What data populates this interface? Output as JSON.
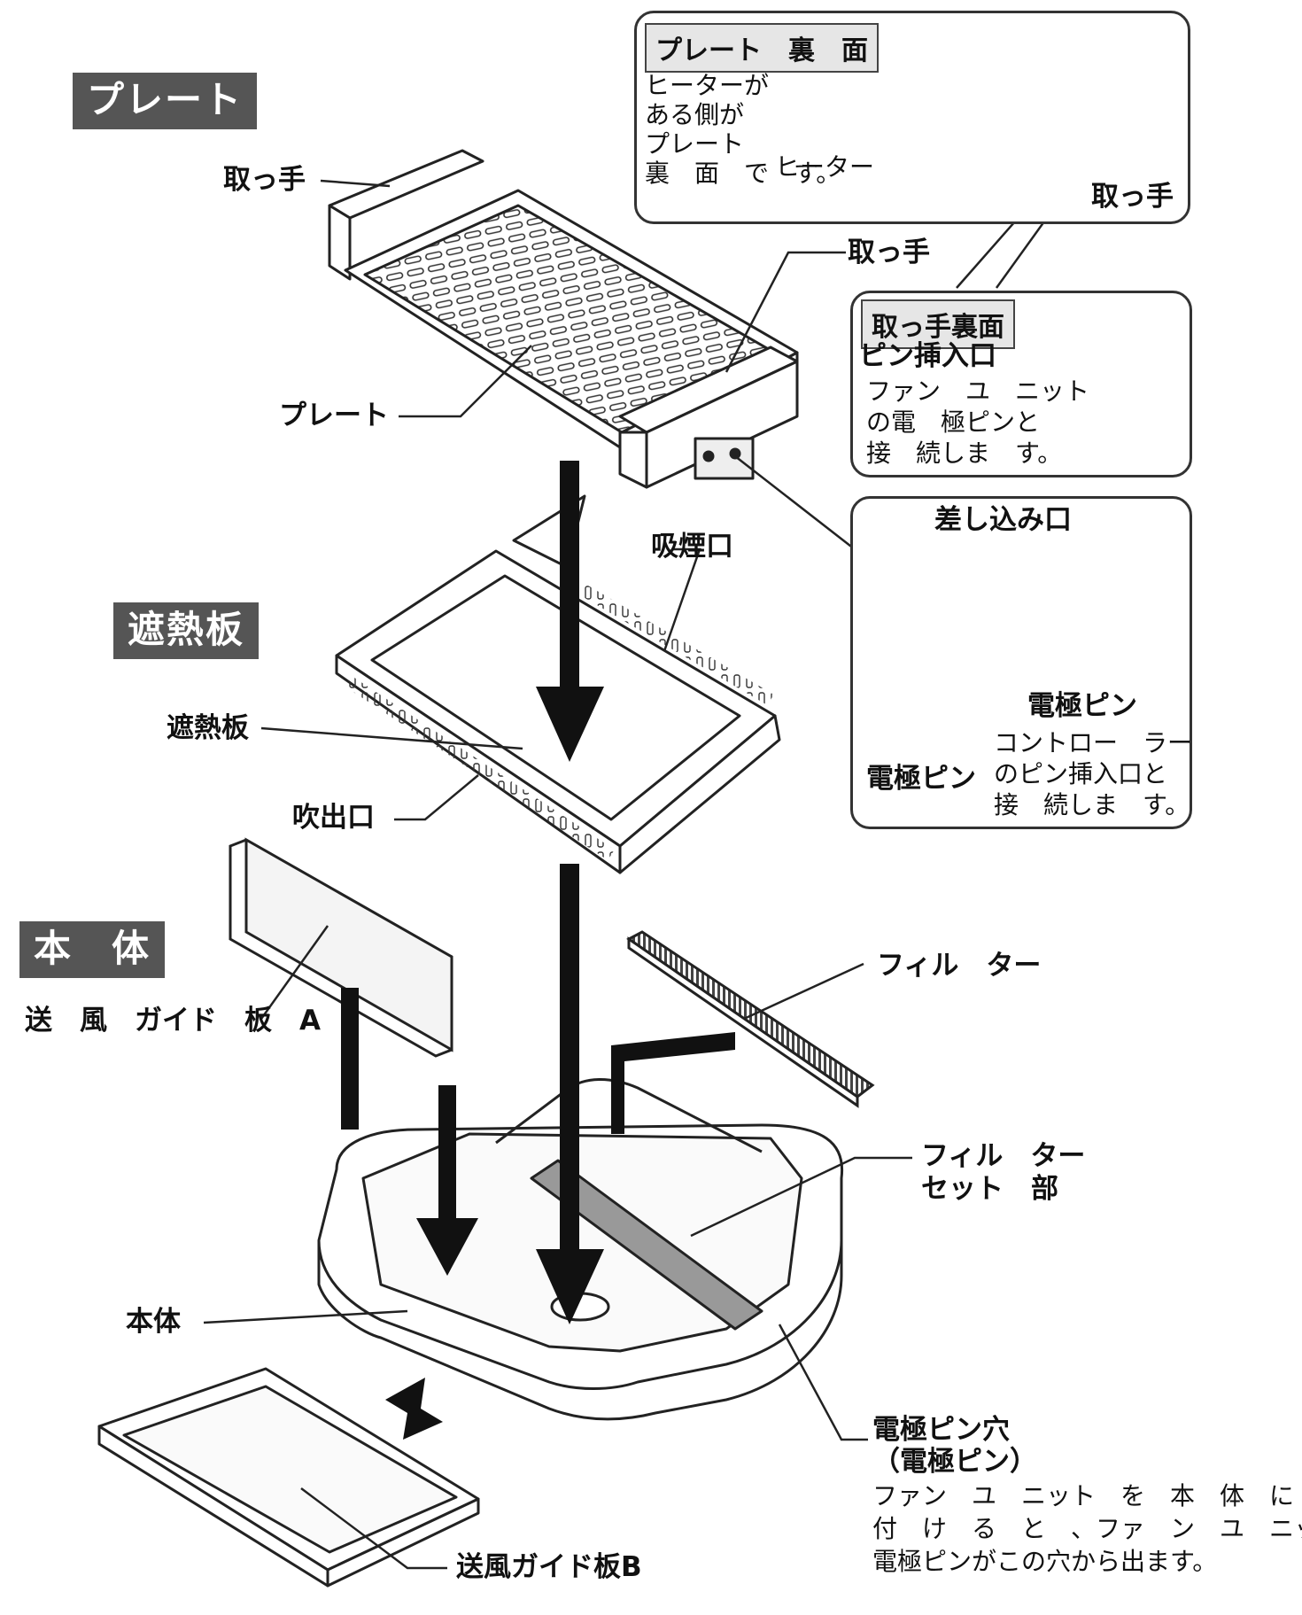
{
  "sections": {
    "plate": "プレート",
    "heat_shield": "遮熱板",
    "body": "本　体"
  },
  "labels": {
    "handle_top": "取っ手",
    "handle_right": "取っ手",
    "plate": "プレート",
    "smoke_intake": "吸煙口",
    "heat_shield": "遮熱板",
    "outlet": "吹出口",
    "guide_a": "送　風　ガイド　板　A",
    "filter": "フィル　ター",
    "filter_set": [
      "フィル　ター",
      "セット　部"
    ],
    "main_body": "本体",
    "guide_b": "送風ガイド板B",
    "electrode_hole": [
      "電極ピン穴",
      "（電極ピン）"
    ]
  },
  "notes": {
    "electrode_hole": [
      "ファン　ユ　ニット　を　本　体　に",
      "付　け　る　と　、ファ　ン　ユ　ニッ",
      "電極ピンがこの穴から出ます。"
    ]
  },
  "callout_back": {
    "title": "プレート　裏　面",
    "text": [
      "ヒーターが",
      "ある側が",
      "プレート",
      "裏　面　で　す。"
    ],
    "heater": "ヒーター",
    "handle": "取っ手"
  },
  "callout_handle": {
    "title": "取っ手裏面",
    "heading": "ピン挿入口",
    "text": [
      "ファン　ユ　ニット",
      "の電　極ピンと",
      "接　続しま　す。"
    ]
  },
  "callout_socket": {
    "heading": "差し込み口",
    "electrode_right": "電極ピン",
    "electrode_left": "電極ピン",
    "text": [
      "コントロー　ラー",
      "のピン挿入口と",
      "接　続しま　す。"
    ]
  }
}
